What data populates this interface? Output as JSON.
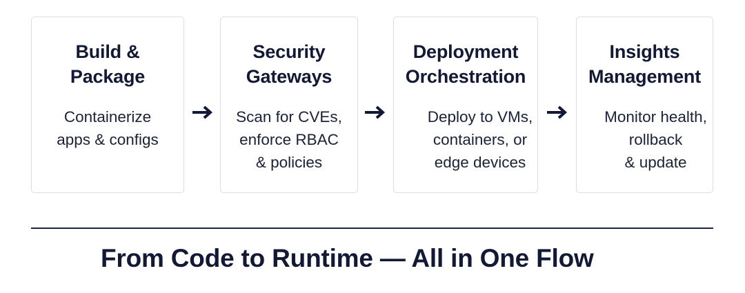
{
  "steps": [
    {
      "title": "Build &\nPackage",
      "description": "Containerize\napps & configs"
    },
    {
      "title": "Security\nGateways",
      "description": "Scan for CVEs,\nenforce RBAC\n& policies"
    },
    {
      "title": "Deployment\nOrchestration",
      "description": "Deploy to VMs,\ncontainers, or\nedge devices"
    },
    {
      "title": "Insights\nManagement",
      "description": "Monitor health,\nrollback\n& update"
    }
  ],
  "arrow_icon": "arrow-right-icon",
  "footer": {
    "title": "From Code to Runtime — All in One Flow"
  },
  "colors": {
    "text": "#111936",
    "card_border": "#dcdde2",
    "divider": "#1e2540"
  }
}
